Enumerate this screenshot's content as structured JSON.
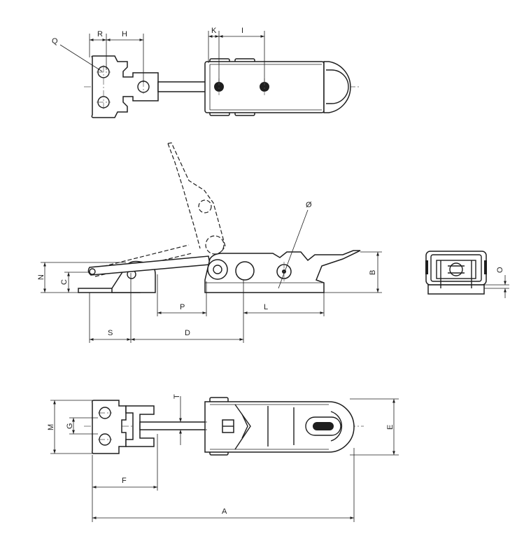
{
  "labels": {
    "Q": "Q",
    "R": "R",
    "H": "H",
    "K": "K",
    "I": "I",
    "diameter": "Ø",
    "N": "N",
    "C": "C",
    "P": "P",
    "L": "L",
    "B": "B",
    "O": "O",
    "S": "S",
    "D": "D",
    "T": "T",
    "M": "M",
    "G": "G",
    "E": "E",
    "F": "F",
    "A": "A"
  },
  "colors": {
    "line": "#1e1e1e",
    "background": "#ffffff"
  }
}
